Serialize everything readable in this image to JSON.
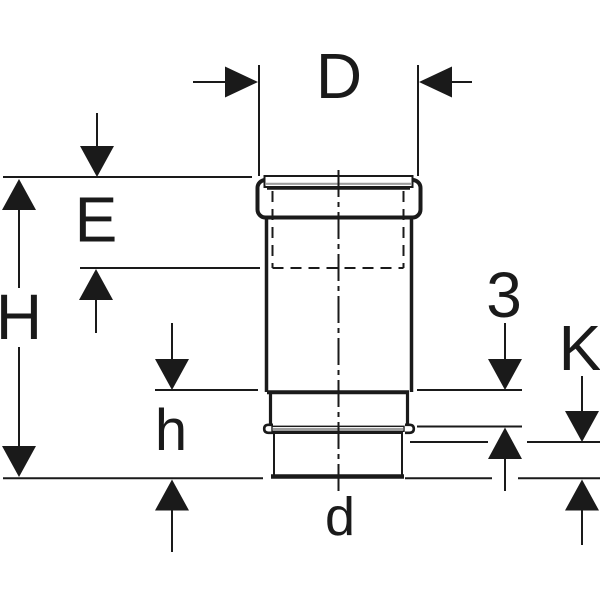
{
  "figure": {
    "type": "technical-drawing",
    "description": "Dimensioned cross-section drawing of a pipe socket fitting with hatched insertion end",
    "colors": {
      "background": "#ffffff",
      "line": "#1a1a1a",
      "accent_gray": "#9e9e9e"
    },
    "labels": {
      "D": "D",
      "E": "E",
      "H": "H",
      "h": "h",
      "d": "d",
      "three": "3",
      "K": "K"
    }
  }
}
